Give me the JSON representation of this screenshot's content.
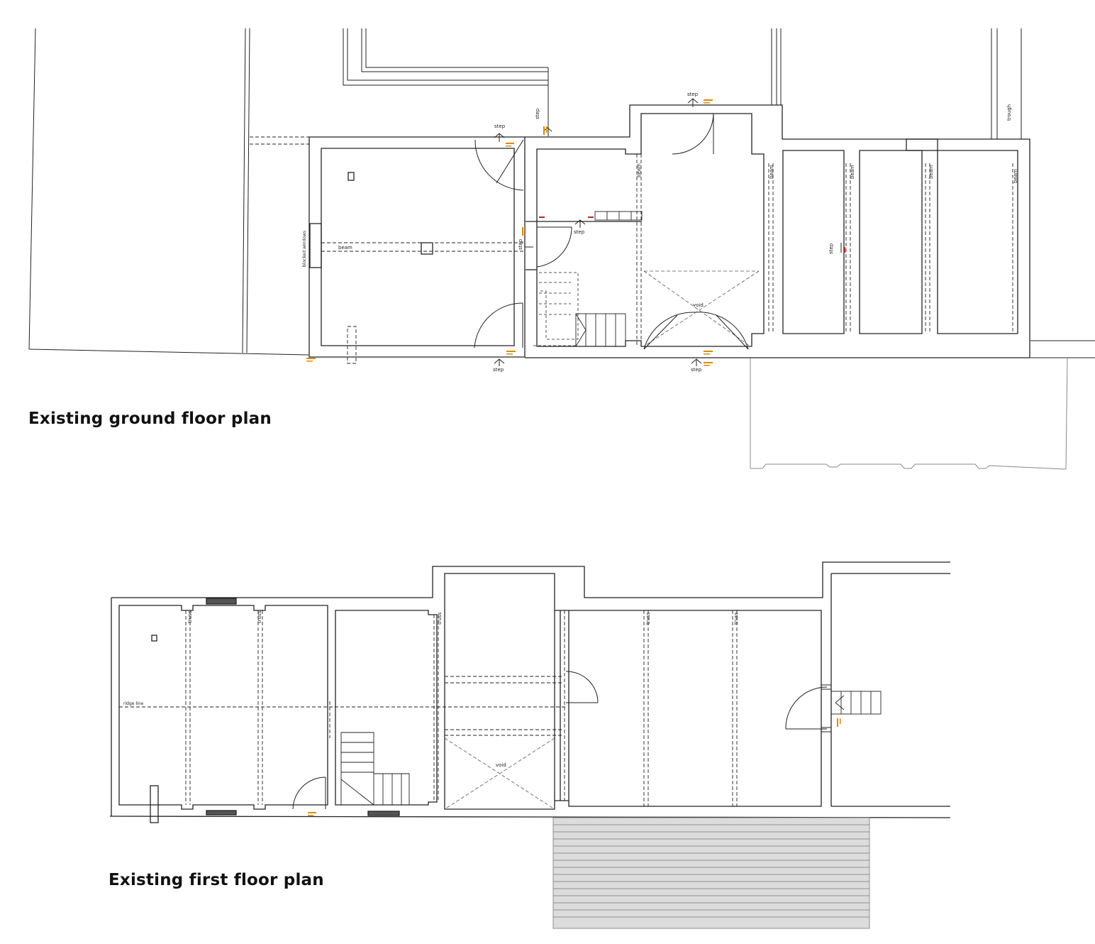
{
  "titles": {
    "ground": "Existing ground floor plan",
    "first": "Existing first floor plan"
  },
  "colors": {
    "wall": "#222222",
    "dashed": "#333333",
    "boundary": "#888888",
    "level_marker": "#e08a00",
    "annotation_red": "#cc2222",
    "deck_fill": "#dcdcdc"
  },
  "ground_floor": {
    "labels": {
      "step": "step",
      "beam": "beam",
      "void": "void",
      "trough": "trough",
      "blocked_windows": "blocked windows"
    }
  },
  "first_floor": {
    "labels": {
      "truss": "truss",
      "ridge_line": "ridge line",
      "void": "void"
    }
  }
}
